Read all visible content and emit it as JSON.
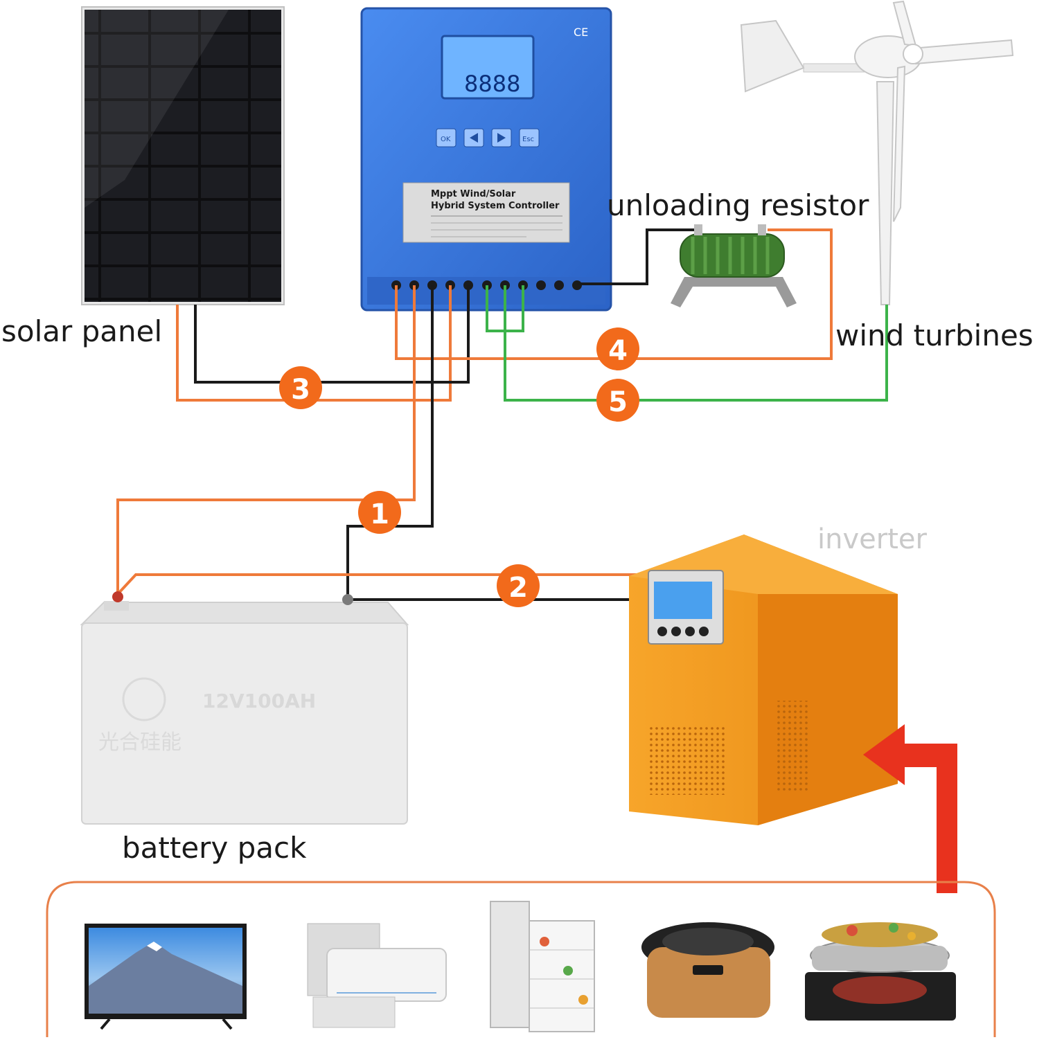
{
  "labels": {
    "solar_panel": "solar panel",
    "unloading_resistor": "unloading resistor",
    "wind_turbines": "wind turbines",
    "inverter": "inverter",
    "battery_pack": "battery pack"
  },
  "controller": {
    "title_line1": "Mppt Wind/Solar",
    "title_line2": "Hybrid System Controller",
    "lcd_reading": "8888",
    "ce_mark": "CE",
    "button_ok": "OK",
    "button_esc": "Esc"
  },
  "battery": {
    "rating": "12V100AH",
    "brand": "光合硅能"
  },
  "connections": [
    {
      "number": "1",
      "from": "controller",
      "to": "battery pack"
    },
    {
      "number": "2",
      "from": "battery pack",
      "to": "inverter"
    },
    {
      "number": "3",
      "from": "solar panel",
      "to": "controller"
    },
    {
      "number": "4",
      "from": "unloading resistor",
      "to": "controller"
    },
    {
      "number": "5",
      "from": "wind turbines",
      "to": "controller"
    }
  ],
  "colors": {
    "wire_positive": "#ef7a3a",
    "wire_negative": "#1a1a1a",
    "wire_wind": "#3cb34a",
    "badge": "#f26a1b",
    "controller_body": "#3a78e0",
    "inverter_body": "#f39a1e",
    "load_arrow": "#e8321e",
    "loads_border": "#e8804a"
  },
  "loads": [
    "tv-icon",
    "air-conditioner-icon",
    "refrigerator-icon",
    "rice-cooker-icon",
    "induction-cooker-icon"
  ]
}
